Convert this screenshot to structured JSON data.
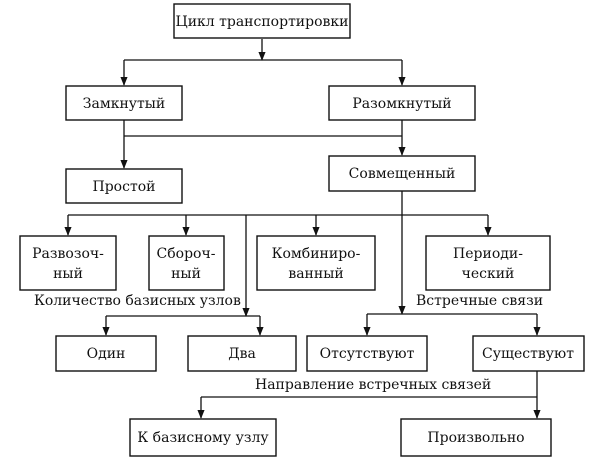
{
  "nodes": {
    "cycle": "Цикл транспортировки",
    "closed": "Замкнутый",
    "open": "Разомкнутый",
    "simple": "Простой",
    "combined": "Совмещенный",
    "distribution": [
      "Развозоч-",
      "ный"
    ],
    "collection": [
      "Сбороч-",
      "ный"
    ],
    "combined_route": [
      "Комбиниро-",
      "ванный"
    ],
    "periodic": [
      "Периоди-",
      "ческий"
    ],
    "one": "Один",
    "two": "Два",
    "absent": "Отсутствуют",
    "exist": "Существуют",
    "to_base": "К базисному узлу",
    "arbitrary": "Произвольно"
  },
  "labels": {
    "base_nodes_count": "Количество базисных узлов",
    "counter_links": "Встречные связи",
    "counter_direction": "Направление встречных связей"
  }
}
